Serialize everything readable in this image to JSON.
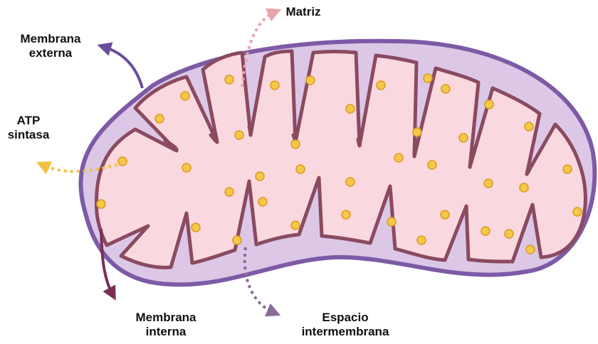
{
  "labels": {
    "matrix": "Matriz",
    "outer_membrane": [
      "Membrana",
      "externa"
    ],
    "atp_synthase": [
      "ATP",
      "sintasa"
    ],
    "inner_membrane": [
      "Membrana",
      "interna"
    ],
    "intermembrane_space": [
      "Espacio",
      "intermembrana"
    ]
  },
  "colors": {
    "outer_fill": "#dcc8e6",
    "outer_stroke": "#7d5aa6",
    "matrix_fill": "#f9d9df",
    "inner_stroke": "#8a4a60",
    "granule_fill": "#f6c84a",
    "granule_stroke": "#d99a1c",
    "arrow_outer": "#6a4d9c",
    "arrow_matrix": "#e8a4a8",
    "arrow_atp": "#f4c240",
    "arrow_inner": "#7a2f55",
    "arrow_space": "#8a6b98"
  }
}
